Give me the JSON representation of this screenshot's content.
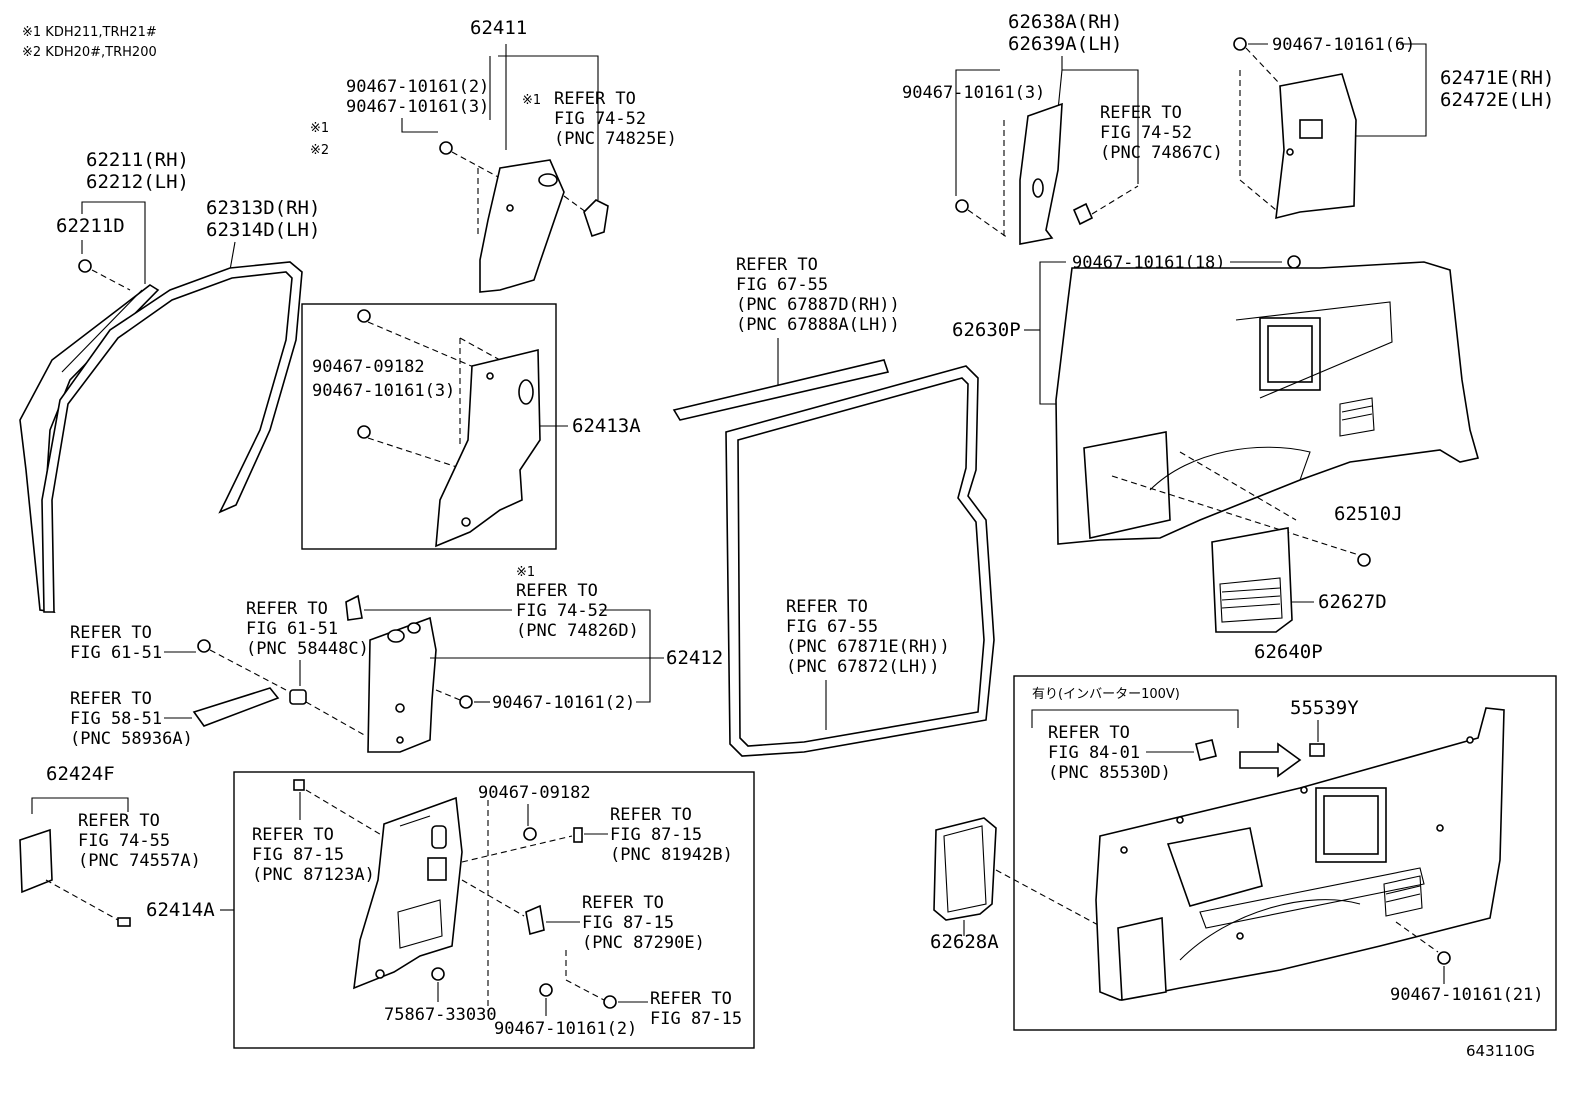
{
  "notes": {
    "note1": "※1 KDH211,TRH21#",
    "note2": "※2 KDH20#,TRH200",
    "mark1": "※1",
    "mark2": "※2",
    "mark3": "※1",
    "mark4": "※1"
  },
  "labels": {
    "p62411": "62411",
    "f62411a": "90467-10161(2)",
    "f62411b": "90467-10161(3)",
    "r62411_1": "REFER TO",
    "r62411_2": "FIG 74-52",
    "r62411_3": "(PNC 74825E)",
    "p62211": "62211(RH)",
    "p62212": "62212(LH)",
    "p62211d": "62211D",
    "p62313d": "62313D(RH)",
    "p62314d": "62314D(LH)",
    "f09182a": "90467-09182",
    "f10161_3b": "90467-10161(3)",
    "p62413a": "62413A",
    "r67_1": "REFER TO",
    "r67_2": "FIG 67-55",
    "r67_3": "(PNC 67887D(RH))",
    "r67_4": "(PNC 67888A(LH))",
    "p62638a": "62638A(RH)",
    "p62639a": "62639A(LH)",
    "f10161_3c": "90467-10161(3)",
    "r74867_1": "REFER TO",
    "r74867_2": "FIG 74-52",
    "r74867_3": "(PNC 74867C)",
    "f10161_6": "90467-10161(6)",
    "p62471e": "62471E(RH)",
    "p62472e": "62472E(LH)",
    "f10161_18": "90467-10161(18)",
    "p62630p": "62630P",
    "p62510j": "62510J",
    "p62627d": "62627D",
    "r74826_1": "REFER TO",
    "r74826_2": "FIG 74-52",
    "r74826_3": "(PNC 74826D)",
    "r58448_1": "REFER TO",
    "r58448_2": "FIG 61-51",
    "r58448_3": "(PNC 58448C)",
    "r6151_1": "REFER TO",
    "r6151_2": "FIG 61-51",
    "p62412": "62412",
    "r58936_1": "REFER TO",
    "r58936_2": "FIG 58-51",
    "r58936_3": "(PNC 58936A)",
    "f10161_2b": "90467-10161(2)",
    "r67871_1": "REFER TO",
    "r67871_2": "FIG 67-55",
    "r67871_3": "(PNC 67871E(RH))",
    "r67871_4": "(PNC 67872(LH))",
    "p62640p": "62640P",
    "inverter": "有り(インバーター100V)",
    "r85530_1": "REFER TO",
    "r85530_2": "FIG 84-01",
    "r85530_3": "(PNC 85530D)",
    "p55539y": "55539Y",
    "p62424f": "62424F",
    "r74557_1": "REFER TO",
    "r74557_2": "FIG 74-55",
    "r74557_3": "(PNC 74557A)",
    "p62414a": "62414A",
    "r87123_1": "REFER TO",
    "r87123_2": "FIG 87-15",
    "r87123_3": "(PNC 87123A)",
    "f09182b": "90467-09182",
    "r81942_1": "REFER TO",
    "r81942_2": "FIG 87-15",
    "r81942_3": "(PNC 81942B)",
    "r87290_1": "REFER TO",
    "r87290_2": "FIG 87-15",
    "r87290_3": "(PNC 87290E)",
    "r8715_1": "REFER TO",
    "r8715_2": "FIG 87-15",
    "f75867": "75867-33030",
    "f10161_2c": "90467-10161(2)",
    "p62628a": "62628A",
    "f10161_21": "90467-10161(21)",
    "figcode": "643110G"
  }
}
